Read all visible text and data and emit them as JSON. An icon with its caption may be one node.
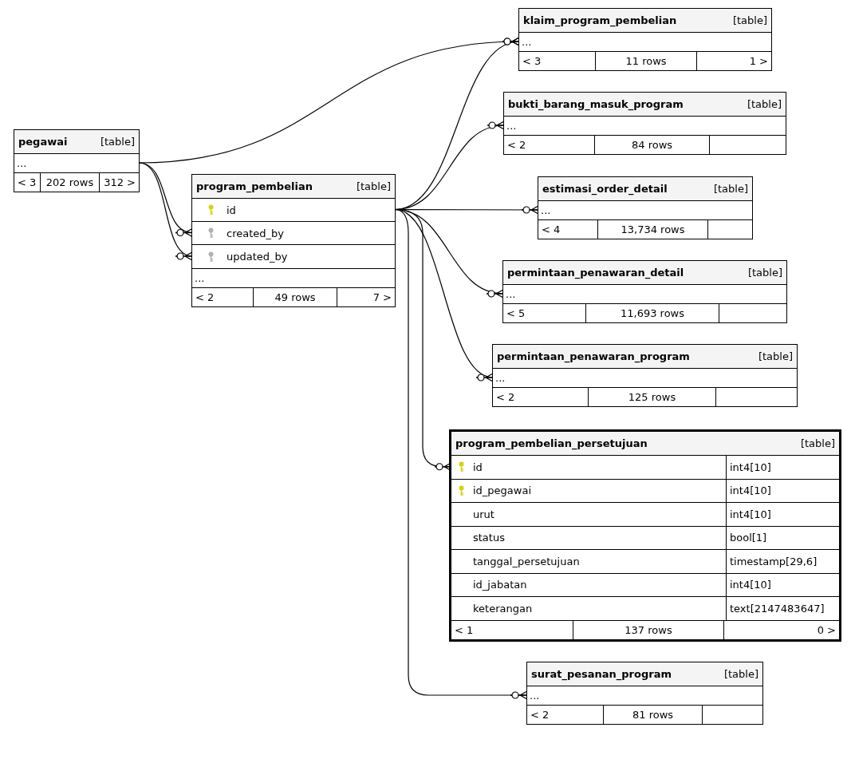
{
  "diagram": {
    "nodes": [
      {
        "text": [
          "pegawai",
          "[table]",
          "< 3",
          "202 rows",
          "312 >"
        ]
      },
      {
        "text": [
          "..."
        ],
        "in": 0
      },
      {
        "text": [
          "klaim_program_pembelian",
          "[table]",
          "< 3",
          "11 rows",
          "1 >"
        ]
      },
      {
        "text": [
          "..."
        ],
        "in": 2
      },
      {
        "text": [
          "program_pembelian",
          "[table]",
          "< 2",
          "49 rows",
          "7 >"
        ]
      },
      {
        "text": [
          "id"
        ],
        "in": 4
      },
      {
        "text": [
          "created_by"
        ],
        "in": 4
      },
      {
        "text": [
          "updated_by"
        ],
        "in": 4
      },
      {
        "text": [
          "..."
        ],
        "in": 4
      },
      {
        "text": [
          "bukti_barang_masuk_program",
          "[table]",
          "< 2",
          "84 rows"
        ]
      },
      {
        "text": [
          "..."
        ],
        "in": 9
      },
      {
        "text": [
          "estimasi_order_detail",
          "[table]",
          "< 4",
          "13,734 rows"
        ]
      },
      {
        "text": [
          "..."
        ],
        "in": 11
      },
      {
        "text": [
          "permintaan_penawaran_detail",
          "[table]",
          "< 5",
          "11,693 rows"
        ]
      },
      {
        "text": [
          "..."
        ],
        "in": 13
      },
      {
        "text": [
          "permintaan_penawaran_program",
          "[table]",
          "< 2",
          "125 rows"
        ]
      },
      {
        "text": [
          "..."
        ],
        "in": 15
      },
      {
        "text": [
          "program_pembelian_persetujuan",
          "[table]",
          "< 1",
          "137 rows",
          "0 >"
        ]
      },
      {
        "text": [
          "id",
          "int4[10]"
        ],
        "in": 17
      },
      {
        "text": [
          "id_pegawai",
          "int4[10]"
        ],
        "in": 17
      },
      {
        "text": [
          "urut",
          "int4[10]"
        ],
        "in": 17
      },
      {
        "text": [
          "status",
          "bool[1]"
        ],
        "in": 17
      },
      {
        "text": [
          "tanggal_persetujuan",
          "timestamp[29,6]"
        ],
        "in": 17
      },
      {
        "text": [
          "id_jabatan",
          "int4[10]"
        ],
        "in": 17
      },
      {
        "text": [
          "keterangan",
          "text[2147483647]"
        ],
        "in": 17
      },
      {
        "text": [
          "surat_pesanan_program",
          "[table]",
          "< 2",
          "81 rows"
        ]
      },
      {
        "text": [
          "..."
        ],
        "in": 25
      }
    ],
    "edges": [
      {
        "from": 1,
        "to": 3,
        "arrow": "other"
      },
      {
        "from": 1,
        "to": 6,
        "arrow": "other"
      },
      {
        "from": 1,
        "to": 7,
        "arrow": "other"
      },
      {
        "from": 5,
        "to": 3,
        "arrow": "other"
      },
      {
        "from": 5,
        "to": 10,
        "arrow": "other"
      },
      {
        "from": 5,
        "to": 12,
        "arrow": "other"
      },
      {
        "from": 5,
        "to": 14,
        "arrow": "other"
      },
      {
        "from": 5,
        "to": 16,
        "arrow": "other"
      },
      {
        "from": 5,
        "to": 18,
        "arrow": "other"
      },
      {
        "from": 5,
        "to": 26,
        "arrow": "other"
      }
    ]
  }
}
